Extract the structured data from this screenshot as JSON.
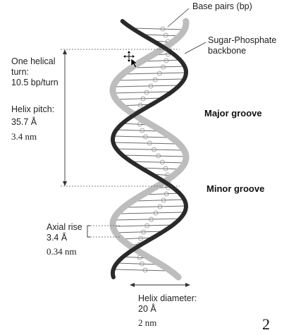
{
  "labels": {
    "base_pairs": "Base pairs (bp)",
    "backbone_line1": "Sugar-Phosphate",
    "backbone_line2": "backbone",
    "turn_line1": "One helical",
    "turn_line2": "turn:",
    "turn_line3": "10.5 bp/turn",
    "pitch_line1": "Helix pitch:",
    "pitch_line2": "35.7 Å",
    "pitch_line3": "3.4 nm",
    "major_groove": "Major groove",
    "minor_groove": "Minor groove",
    "rise_line1": "Axial rise",
    "rise_line2": "3.4 Å",
    "rise_line3": "0.34 nm",
    "diameter_line1": "Helix diameter:",
    "diameter_line2": "20 Å",
    "diameter_line3": "2 nm"
  },
  "page_number": "2",
  "colors": {
    "strand_dark": "#2a2a2a",
    "strand_light": "#bdbdbd",
    "text": "#222222"
  }
}
